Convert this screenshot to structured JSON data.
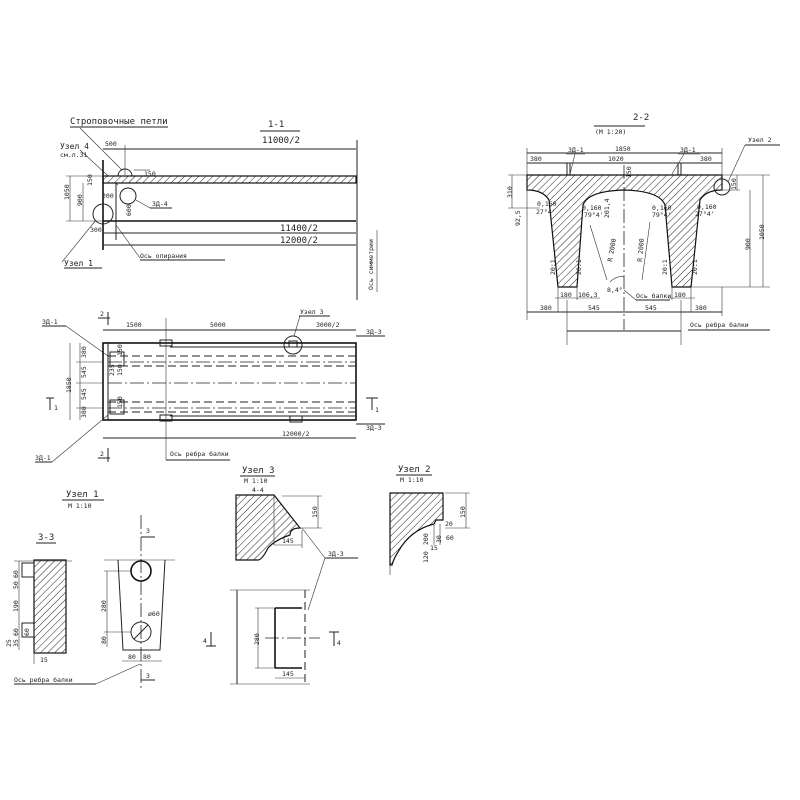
{
  "section_1_1": {
    "title": "1-1",
    "lifting_loops": "Строповочные петли",
    "node4": "Узел 4",
    "node4_ref": "см.л.31",
    "half_length_top": "11000/2",
    "dim_500": "500",
    "dim_150_loop": "150",
    "dim_1050": "1050",
    "dim_900": "900",
    "dim_150": "150",
    "dim_200": "200",
    "dim_600": "600",
    "part_zd4": "ЗД-4",
    "dim_300": "300",
    "half_length_mid": "11400/2",
    "half_length_bottom": "12000/2",
    "support_axis": "Ось опирания",
    "node1": "Узел 1",
    "symmetry_axis": "Ось симметрии"
  },
  "plan": {
    "marker_2": "2",
    "part_zd1_top": "ЗД-1",
    "part_zd1_bottom": "ЗД-1",
    "dim_1500": "1500",
    "dim_5000": "5000",
    "dim_3000_half": "3000/2",
    "node3": "Узел 3",
    "part_zd3_top": "ЗД-3",
    "part_zd3_bottom": "ЗД-3",
    "dim_1850": "1850",
    "dims_left": [
      "380",
      "545",
      "545",
      "380"
    ],
    "dim_150a": "150",
    "dim_150b": "150",
    "dim_235": "235",
    "dim_150c": "150",
    "marker_1": "1",
    "half_length": "12000/2",
    "rib_axis": "Ось ребра балки"
  },
  "section_2_2": {
    "title": "2-2",
    "scale": "(М 1:20)",
    "part_zd1_left": "ЗД-1",
    "part_zd1_right": "ЗД-1",
    "dim_1850": "1850",
    "dim_380_left": "380",
    "dim_1020": "1020",
    "dim_380_right": "380",
    "dim_150_center": "150",
    "dim_150_edge": "150",
    "node2": "Узел 2",
    "dim_310": "310",
    "dim_92": "92,5",
    "dim_1050": "1050",
    "dim_900": "900",
    "haunch_labels": [
      "0,160",
      "0,160",
      "0,160",
      "0,160"
    ],
    "angle_labels": [
      "27°4'",
      "79°4'",
      "79°4'",
      "27°4'"
    ],
    "dim_201": "201,4",
    "slope_labels": [
      "20:1",
      "20:1",
      "20:1",
      "20:1"
    ],
    "radius_left": "R 2000",
    "radius_right": "R 2000",
    "angle_bottom": "8,4°",
    "dim_180_left": "180",
    "dim_1063": "106,3",
    "dim_180_right": "180",
    "beam_axis": "Ось балки",
    "bottom_dims": [
      "380",
      "545",
      "545",
      "380"
    ],
    "rib_axis": "Ось ребра балки"
  },
  "node1": {
    "title": "Узел 1",
    "scale": "М 1:10",
    "section": "3-3",
    "left_dims": [
      "60",
      "50",
      "190",
      "60",
      "35",
      "60",
      "25"
    ],
    "dim_15": "15",
    "dim_280": "280",
    "dim_80": "80",
    "dia": "ø60",
    "dim_80a": "80",
    "dim_80b": "80",
    "marker_3": "3",
    "rib_axis": "Ось ребра балки"
  },
  "node3": {
    "title": "Узел 3",
    "scale": "М 1:10",
    "section": "4-4",
    "dim_150": "150",
    "dim_145": "145",
    "part": "ЗД-3",
    "dim_280": "280",
    "dim_145b": "145",
    "marker_4": "4"
  },
  "node2": {
    "title": "Узел 2",
    "scale": "М 1:10",
    "dim_150": "150",
    "dim_20": "20",
    "dim_60": "60",
    "dim_15": "15",
    "dim_30": "30",
    "dim_200": "200",
    "dim_120": "120"
  }
}
